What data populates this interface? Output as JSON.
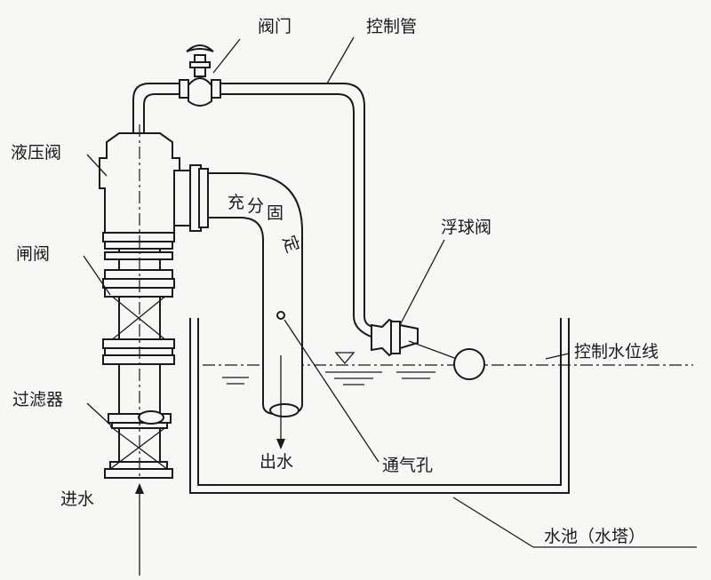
{
  "labels": {
    "valve": "阀门",
    "control_pipe": "控制管",
    "hydraulic_valve": "液压阀",
    "gate_valve": "闸阀",
    "filter": "过滤器",
    "water_in": "进水",
    "fix_note": [
      "充",
      "分",
      "固",
      "定"
    ],
    "float_valve": "浮球阀",
    "control_level": "控制水位线",
    "water_out": "出水",
    "vent_hole": "通气孔",
    "pool": "水池（水塔）"
  },
  "colors": {
    "line": "#1a1a1a",
    "background": "#f7f7f6"
  }
}
